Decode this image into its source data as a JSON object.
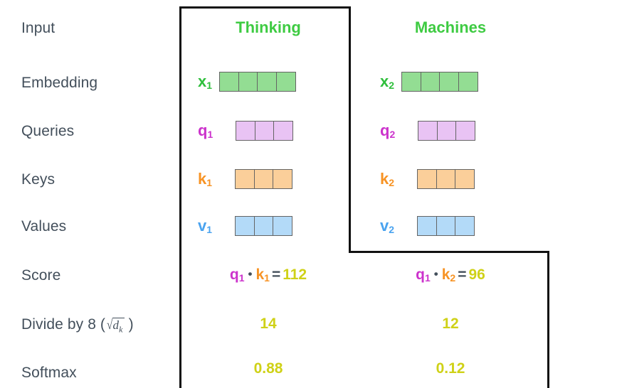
{
  "diagram": {
    "title": "self-attention-score-calculation",
    "colors": {
      "label": "#434f5b",
      "heading_green": "#3ecb42",
      "embedding_fill": "#93dd93",
      "query_fill": "#e9c3f4",
      "key_fill": "#fbcf9a",
      "value_fill": "#b3daf8",
      "embedding_text": "#2fbf3c",
      "query_text": "#cc33cc",
      "key_text": "#f79324",
      "value_text": "#4aa3ef",
      "number_yellow": "#cfd117",
      "frame": "#111111"
    },
    "row_labels": [
      "Input",
      "Embedding",
      "Queries",
      "Keys",
      "Values",
      "Score",
      "Divide by 8 (",
      "Softmax"
    ],
    "divide_label": {
      "prefix": "Divide by 8 (",
      "sqrt_symbol": "√",
      "radicand_base": "d",
      "radicand_sub": "k",
      "suffix": ")"
    },
    "columns": [
      {
        "heading": "Thinking",
        "embedding": {
          "name": "x",
          "subscript": "1",
          "cells": 4
        },
        "query": {
          "name": "q",
          "subscript": "1",
          "cells": 3
        },
        "key": {
          "name": "k",
          "subscript": "1",
          "cells": 3
        },
        "value": {
          "name": "v",
          "subscript": "1",
          "cells": 3
        },
        "score": {
          "left_name": "q",
          "left_sub": "1",
          "dot": "•",
          "right_name": "k",
          "right_sub": "1",
          "equals": "=",
          "result": "112"
        },
        "divided": "14",
        "softmax": "0.88"
      },
      {
        "heading": "Machines",
        "embedding": {
          "name": "x",
          "subscript": "2",
          "cells": 4
        },
        "query": {
          "name": "q",
          "subscript": "2",
          "cells": 3
        },
        "key": {
          "name": "k",
          "subscript": "2",
          "cells": 3
        },
        "value": {
          "name": "v",
          "subscript": "2",
          "cells": 3
        },
        "score": {
          "left_name": "q",
          "left_sub": "1",
          "dot": "•",
          "right_name": "k",
          "right_sub": "2",
          "equals": "=",
          "result": "96"
        },
        "divided": "12",
        "softmax": "0.12"
      }
    ]
  }
}
